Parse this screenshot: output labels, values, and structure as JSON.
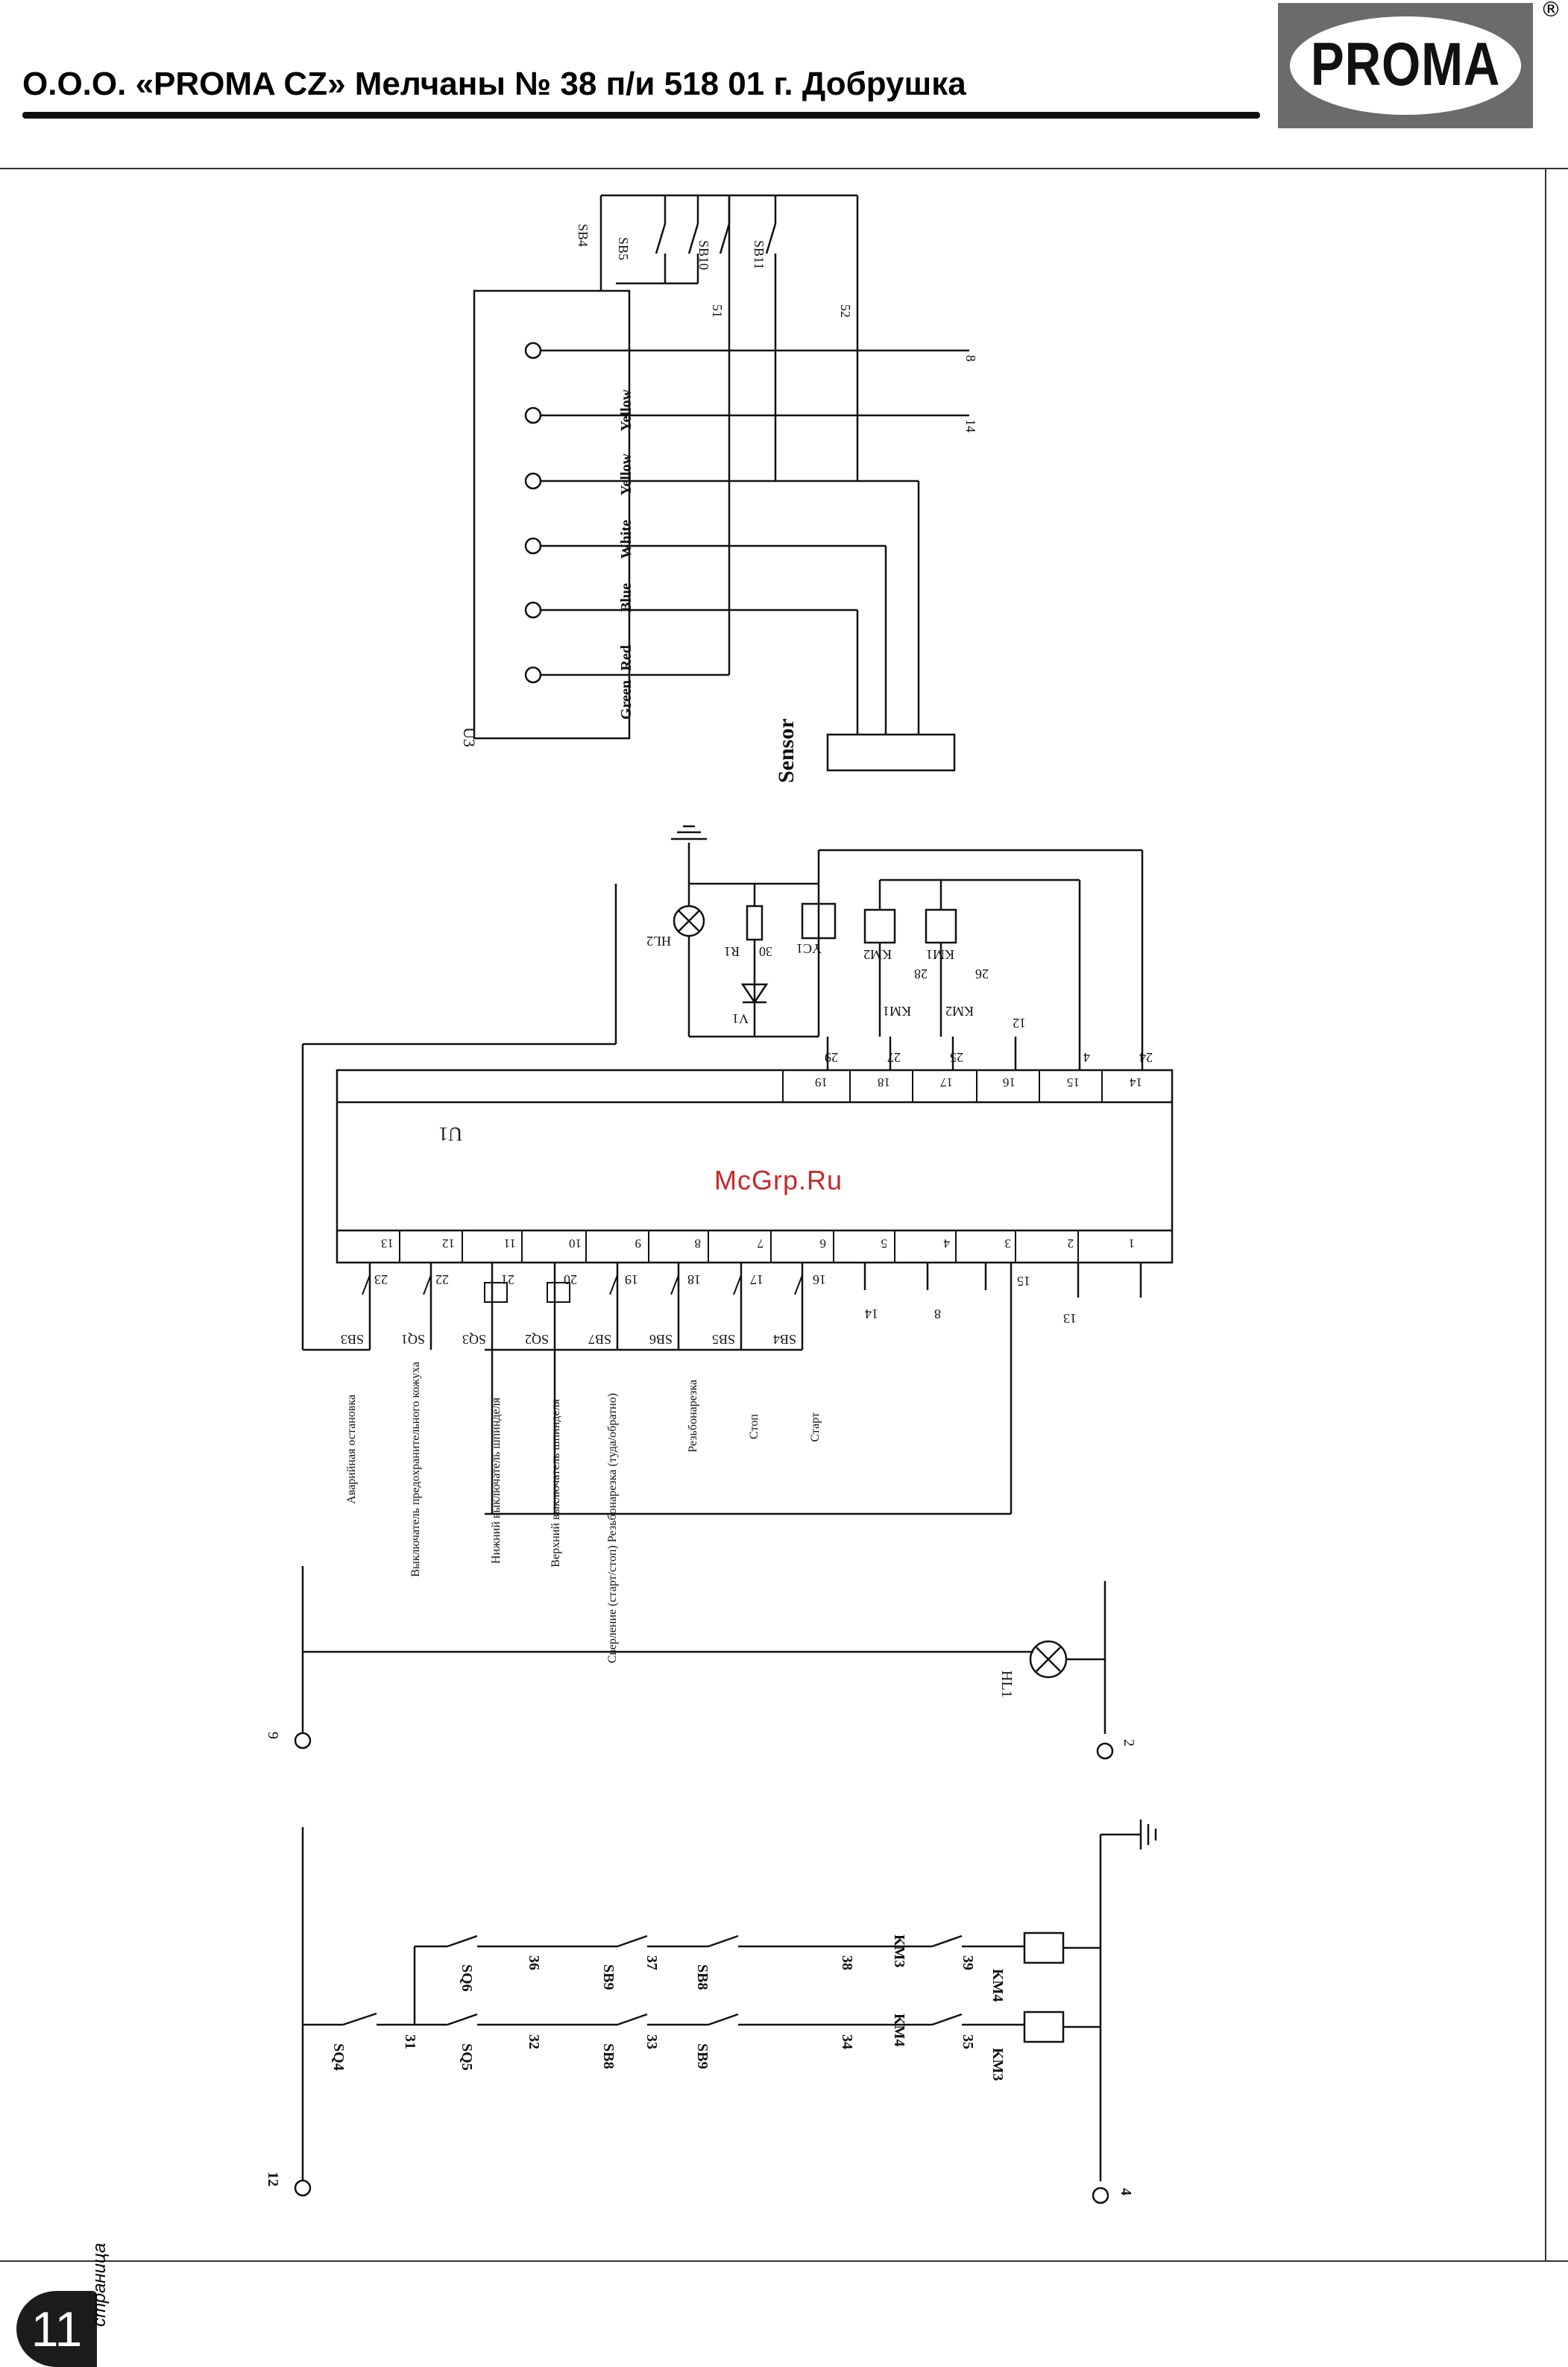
{
  "header": {
    "title": "О.О.О. «PROMA CZ» Мелчаны № 38 п/и 518 01 г. Добрушка",
    "logo_text": "PROMA",
    "registered": "®"
  },
  "watermark": "McGrp.Ru",
  "page": {
    "number": "11",
    "word": "страница"
  },
  "u3": {
    "label": "U3",
    "wires": [
      "Green",
      "Red",
      "Blue",
      "White",
      "Yellow",
      "Yellow"
    ],
    "sensor": "Sensor",
    "switches": [
      "SB4",
      "SB5",
      "SB10",
      "SB11"
    ],
    "nets": [
      "51",
      "52",
      "8",
      "14"
    ]
  },
  "u1": {
    "label": "U1",
    "bottom_pins": [
      "1",
      "2",
      "3",
      "4",
      "5",
      "6",
      "7",
      "8",
      "9",
      "10",
      "11",
      "12",
      "13"
    ],
    "top_pins": [
      "19",
      "18",
      "17",
      "16",
      "15",
      "14"
    ],
    "inputs": [
      {
        "ref": "SB3",
        "num": "23",
        "desc": "Аварийная остановка"
      },
      {
        "ref": "SQ1",
        "num": "22",
        "desc": "Выключатель предохранительного кожуха"
      },
      {
        "ref": "SQ3",
        "num": "21",
        "desc": "Нижний выключатель шпинделя"
      },
      {
        "ref": "SQ2",
        "num": "20",
        "desc": "Верхний выключатель шпинделя"
      },
      {
        "ref": "SB7",
        "num": "19",
        "desc": "Сверление (старт/стоп) Резьбонарезка (туда/обратно)"
      },
      {
        "ref": "SB6",
        "num": "18",
        "desc": "Резьбонарезка"
      },
      {
        "ref": "SB5",
        "num": "17",
        "desc": "Стоп"
      },
      {
        "ref": "SB4",
        "num": "16",
        "desc": "Старт"
      }
    ],
    "bottom_nets": [
      "14",
      "8",
      "15",
      "13"
    ],
    "outputs": {
      "nets": [
        "29",
        "27",
        "25",
        "12",
        "4",
        "24",
        "28",
        "26"
      ],
      "components": [
        "HL2",
        "R1",
        "30",
        "V1",
        "YC1",
        "KM2",
        "KM1",
        "KM1",
        "KM2"
      ]
    }
  },
  "lamp_circuit": {
    "lamp": "HL1",
    "terminals": [
      "9",
      "2"
    ]
  },
  "motor_circuit": {
    "terminals": [
      "12",
      "4"
    ],
    "contacts": [
      "SQ4",
      "SQ5",
      "SQ6",
      "SB8",
      "SB9",
      "SB8",
      "SB9",
      "KM4",
      "KM3",
      "KM3",
      "KM4"
    ],
    "nets": [
      "31",
      "32",
      "36",
      "33",
      "37",
      "34",
      "38",
      "35",
      "39"
    ]
  }
}
